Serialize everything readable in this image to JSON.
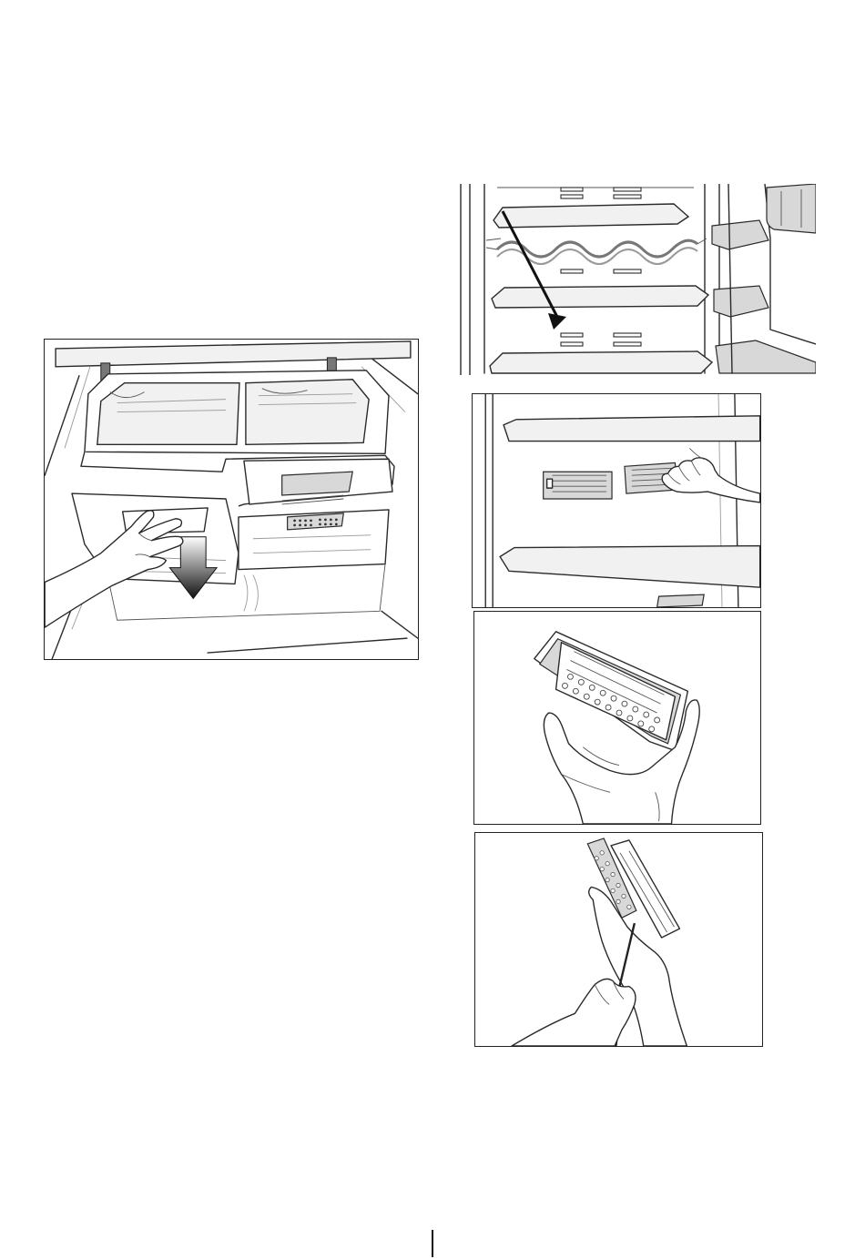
{
  "figures": [
    {
      "id": "crisper-drawer-removal"
    },
    {
      "id": "shelf-and-wine-rack"
    },
    {
      "id": "odour-filter-removal"
    },
    {
      "id": "odour-filter-in-hand"
    },
    {
      "id": "odour-filter-opening"
    }
  ],
  "colors": {
    "line": "#2a2a2a",
    "fill_light": "#f1f1f1",
    "fill_gray": "#d8d8d8",
    "arrow": "#111111"
  }
}
